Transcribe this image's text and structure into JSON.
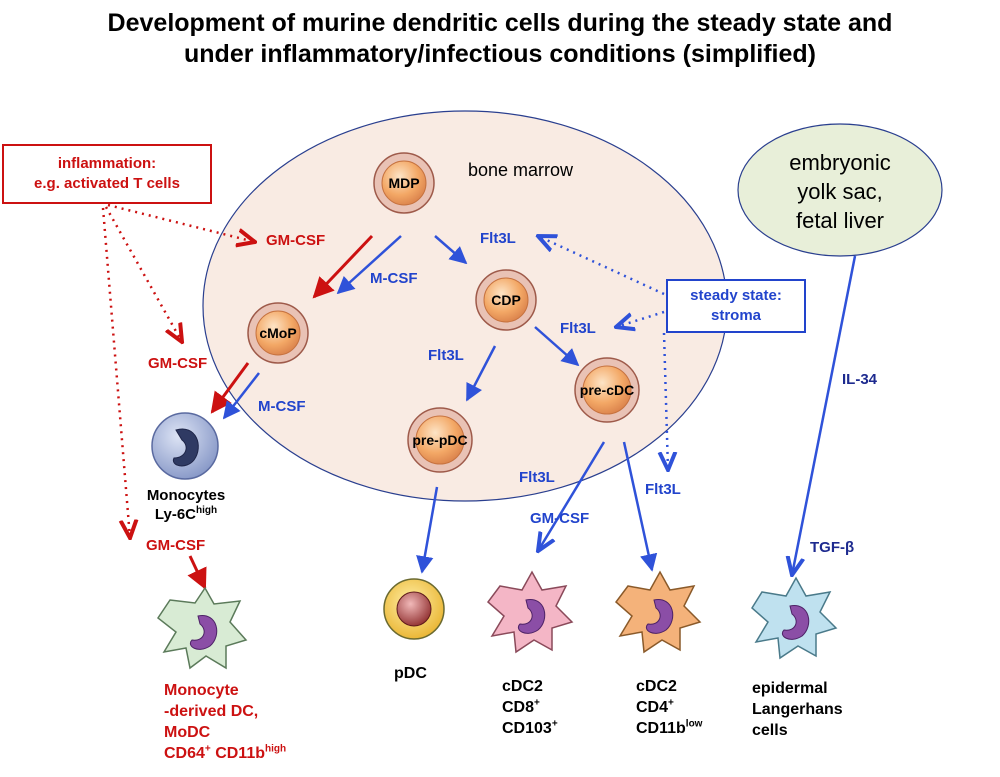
{
  "title": {
    "line1": "Development of murine dendritic cells during the steady state and",
    "line2": "under inflammatory/infectious conditions (simplified)"
  },
  "regions": {
    "bone_marrow": "bone marrow",
    "yolk_sac": [
      "embryonic",
      "yolk sac,",
      "fetal liver"
    ]
  },
  "boxes": {
    "inflammation": [
      "inflammation:",
      "e.g. activated T cells"
    ],
    "steady_state": [
      "steady state:",
      "stroma"
    ]
  },
  "cells": {
    "mdp": "MDP",
    "cmop": "cMoP",
    "cdp": "CDP",
    "pre_cdc": "pre-cDC",
    "pre_pdc": "pre-pDC"
  },
  "factors": {
    "gmcsf_top": "GM-CSF",
    "mcsf_top": "M-CSF",
    "flt3l_top": "Flt3L",
    "gmcsf_mid": "GM-CSF",
    "flt3l_cdp_pre": "Flt3L",
    "flt3l_cdp_pdc": "Flt3L",
    "mcsf_mono": "M-CSF",
    "flt3l_cdc2": "Flt3L",
    "gmcsf_cdc2": "GM-CSF",
    "flt3l_right": "Flt3L",
    "gmcsf_low": "GM-CSF",
    "il34": "IL-34",
    "tgfb": "TGF-β"
  },
  "monocytes": {
    "line1": "Monocytes",
    "line2_base": "Ly-6C",
    "line2_sup": "high"
  },
  "outputs": {
    "modc": {
      "line1": "Monocyte",
      "line2": "-derived DC,",
      "line3": "MoDC",
      "line4_a": "CD64",
      "line4_a_sup": "+",
      "line4_b": " CD11b",
      "line4_b_sup": "high"
    },
    "pdc": "pDC",
    "cdc2_cd8": {
      "line1": "cDC2",
      "line2": "CD8",
      "line2_sup": "+",
      "line3": "CD103",
      "line3_sup": "+"
    },
    "cdc2_cd4": {
      "line1": "cDC2",
      "line2": "CD4",
      "line2_sup": "+",
      "line3": "CD11b",
      "line3_sup": "low"
    },
    "langerhans": [
      "epidermal",
      "Langerhans",
      "cells"
    ]
  },
  "colors": {
    "inflammation_red": "#cc1111",
    "steady_blue": "#2244cc",
    "bone_marrow_fill": "#f9ebe3",
    "yolk_fill": "#e8efd9",
    "progenitor_cell": "#f3a866",
    "monocyte": "#a9b8de",
    "modc": "#d8ebd4",
    "pdc": "#f7d14e",
    "cdc2_cd8": "#f4b6c6",
    "cdc2_cd4": "#f4b27a",
    "langerhans": "#bfe1ef",
    "nucleus": "#8b4ea6"
  }
}
